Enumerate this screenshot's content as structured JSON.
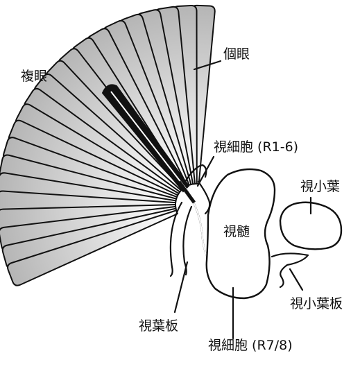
{
  "labels": {
    "compound_eye": "複眼",
    "ommatidium": "個眼",
    "photoreceptor_r1_6": "視細胞 (R1-6)",
    "lobula": "視小葉",
    "medulla": "視髄",
    "lobula_plate": "視小葉板",
    "lamina": "視葉板",
    "photoreceptor_r7_8": "視細胞 (R7/8)"
  },
  "colors": {
    "outline": "#111111",
    "ommatidium_light": "#ffffff",
    "ommatidium_dark": "#b5b5b5",
    "r7_8_axon": "#a0a0a0",
    "r1_6_cell": "#111111"
  }
}
